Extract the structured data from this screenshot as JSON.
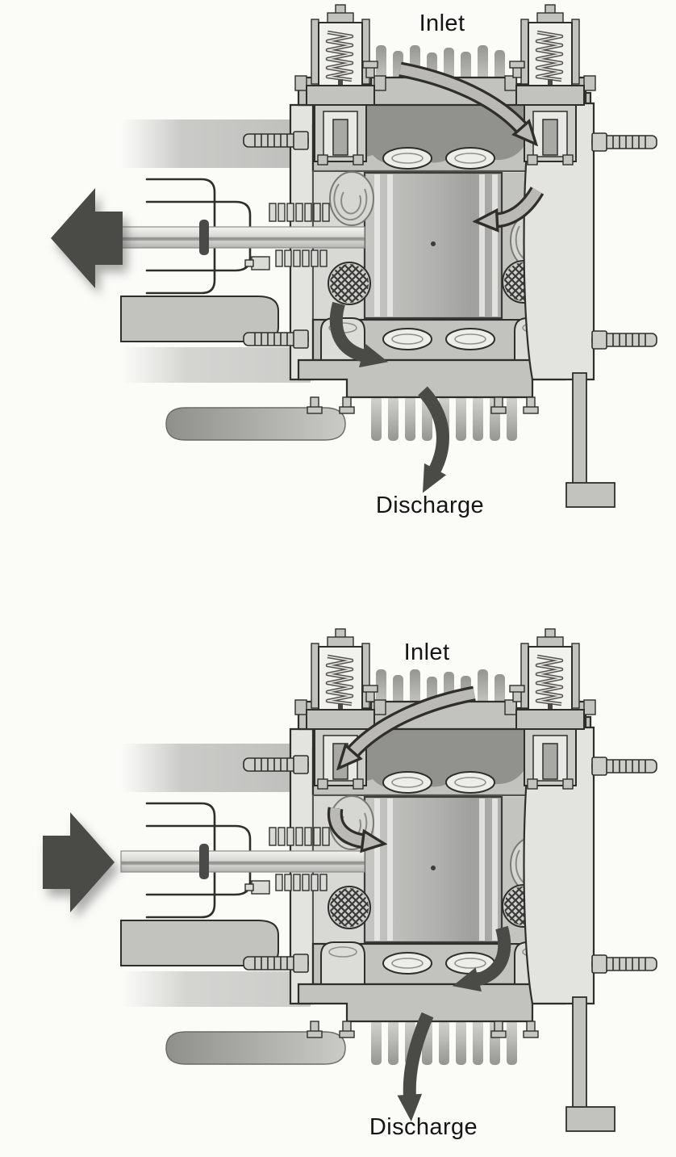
{
  "colors": {
    "paper": "#fbfbf8",
    "ink": "#2e2e2b",
    "label": "#151513",
    "metal_light": "#e3e3e0",
    "metal_mid": "#c2c2bf",
    "metal_dark": "#9a9a97",
    "interior_shade": "#8d8d8a",
    "arrow_dark": "#4a4a47",
    "arrow_gray": "#bab9b6"
  },
  "figures": [
    {
      "id": "top",
      "inlet_label": "Inlet",
      "discharge_label": "Discharge",
      "piston_direction": "left",
      "inlet_valve_side": "right",
      "discharge_valve_side": "left"
    },
    {
      "id": "bottom",
      "inlet_label": "Inlet",
      "discharge_label": "Discharge",
      "piston_direction": "right",
      "inlet_valve_side": "left",
      "discharge_valve_side": "right"
    }
  ]
}
